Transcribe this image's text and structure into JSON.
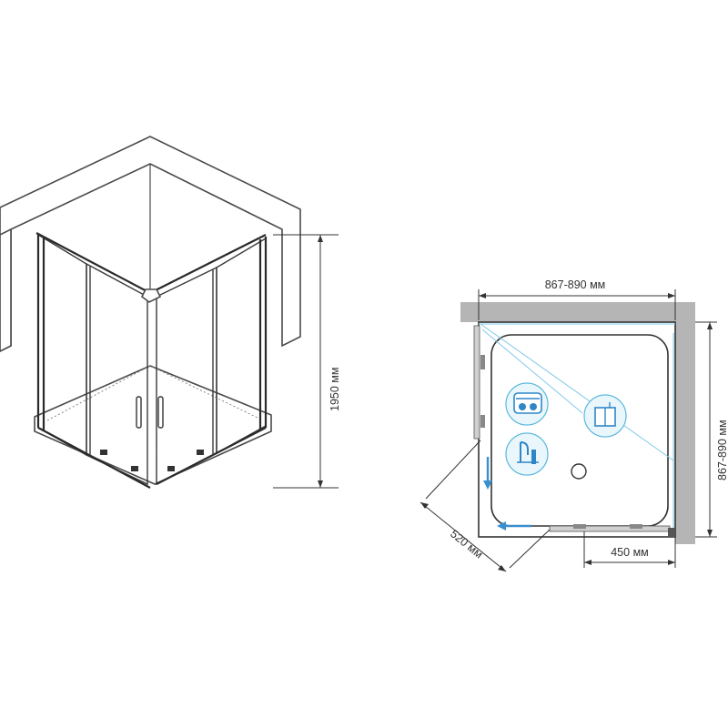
{
  "dimensions": {
    "height_3d": "1950 мм",
    "width_top": "867-890 мм",
    "depth_side": "867-890 мм",
    "door_opening_diag": "520 мм",
    "entrance_width": "450 мм"
  },
  "colors": {
    "line": "#333333",
    "wall_gray": "#b5b5b5",
    "blue_guide": "#7fc9e6",
    "arrow_blue": "#3a8fd0",
    "icon_blue": "#2f86c7",
    "badge_fill": "#e9f6fb"
  },
  "icons": [
    "roller-mechanism-icon",
    "seal-profile-icon",
    "door-panel-icon"
  ]
}
